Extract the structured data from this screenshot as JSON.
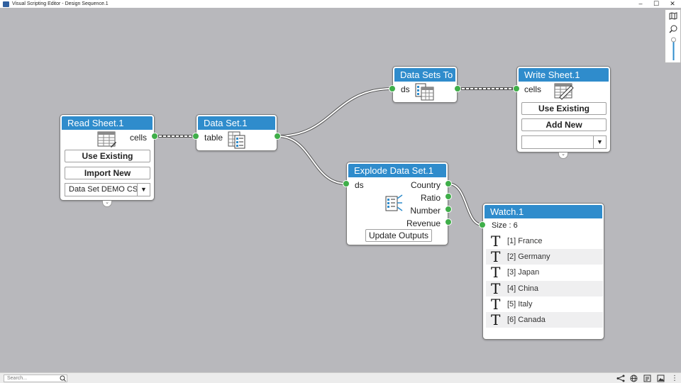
{
  "window": {
    "title": "Visual Scripting Editor - Design Sequence.1",
    "minimize": "–",
    "maximize": "☐",
    "close": "✕"
  },
  "nodes": {
    "read_sheet": {
      "title": "Read Sheet.1",
      "output": "cells",
      "use_existing": "Use Existing",
      "import_new": "Import New",
      "dropdown_value": "Data Set DEMO CSV"
    },
    "data_set": {
      "title": "Data Set.1",
      "output": "table"
    },
    "data_sets_to": {
      "title": "Data Sets To",
      "input": "ds"
    },
    "write_sheet": {
      "title": "Write Sheet.1",
      "input": "cells",
      "use_existing": "Use Existing",
      "add_new": "Add New",
      "dropdown_value": ""
    },
    "explode": {
      "title": "Explode Data Set.1",
      "input": "ds",
      "outputs": [
        "Country",
        "Ratio",
        "Number",
        "Revenue"
      ],
      "update_button": "Update Outputs"
    },
    "watch": {
      "title": "Watch.1",
      "size_label": "Size : 6",
      "items": [
        "[1] France",
        "[2] Germany",
        "[3] Japan",
        "[4] China",
        "[5] Italy",
        "[6] Canada"
      ]
    }
  },
  "statusbar": {
    "search_placeholder": "Search..."
  },
  "colors": {
    "canvas": "#b8b8bc",
    "node_header": "#2f8ccc",
    "port": "#3fae49"
  }
}
